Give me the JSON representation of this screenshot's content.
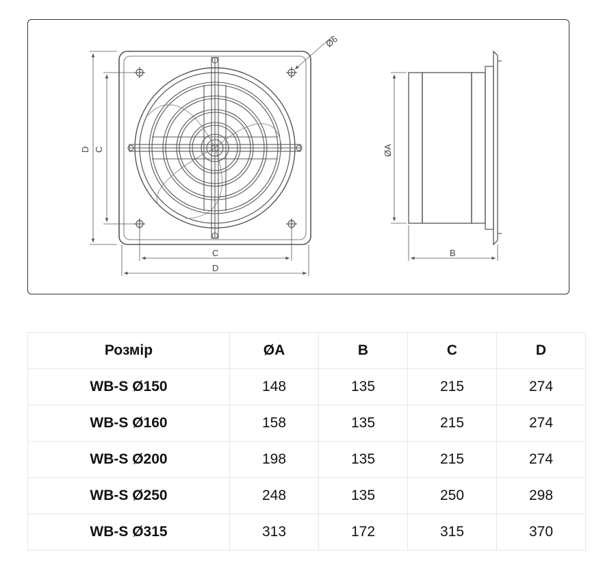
{
  "drawing": {
    "labels": {
      "hole": "Ø6",
      "front_height_outer": "D",
      "front_height_inner": "C",
      "front_width_inner": "C",
      "front_width_outer": "D",
      "side_diameter": "ØA",
      "side_depth": "B"
    }
  },
  "table": {
    "headers": [
      "Розмір",
      "ØA",
      "B",
      "C",
      "D"
    ],
    "rows": [
      [
        "WB-S Ø150",
        "148",
        "135",
        "215",
        "274"
      ],
      [
        "WB-S Ø160",
        "158",
        "135",
        "215",
        "274"
      ],
      [
        "WB-S Ø200",
        "198",
        "135",
        "215",
        "274"
      ],
      [
        "WB-S Ø250",
        "248",
        "135",
        "250",
        "298"
      ],
      [
        "WB-S Ø315",
        "313",
        "172",
        "315",
        "370"
      ]
    ]
  }
}
